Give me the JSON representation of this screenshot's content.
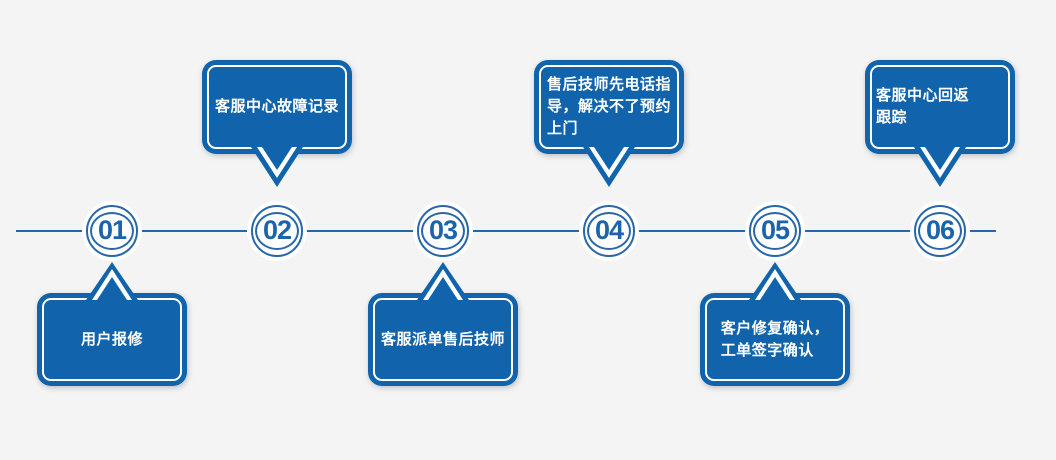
{
  "colors": {
    "background": "#f4f4f4",
    "primary": "#1164ac",
    "line": "#2766ab",
    "number_color": "#1b63ac",
    "bubble_text": "#ffffff"
  },
  "timeline": {
    "steps": [
      {
        "number": "01",
        "label": "用户报修",
        "position": "below"
      },
      {
        "number": "02",
        "label": "客服中心故障记录",
        "position": "above"
      },
      {
        "number": "03",
        "label": "客服派单售后技师",
        "position": "below"
      },
      {
        "number": "04",
        "label": "售后技师先电话指\n导，解决不了预约\n上门",
        "position": "above"
      },
      {
        "number": "05",
        "label": "客户修复确认，\n工单签字确认",
        "position": "below"
      },
      {
        "number": "06",
        "label": "客服中心回返 跟踪",
        "position": "above"
      }
    ]
  }
}
